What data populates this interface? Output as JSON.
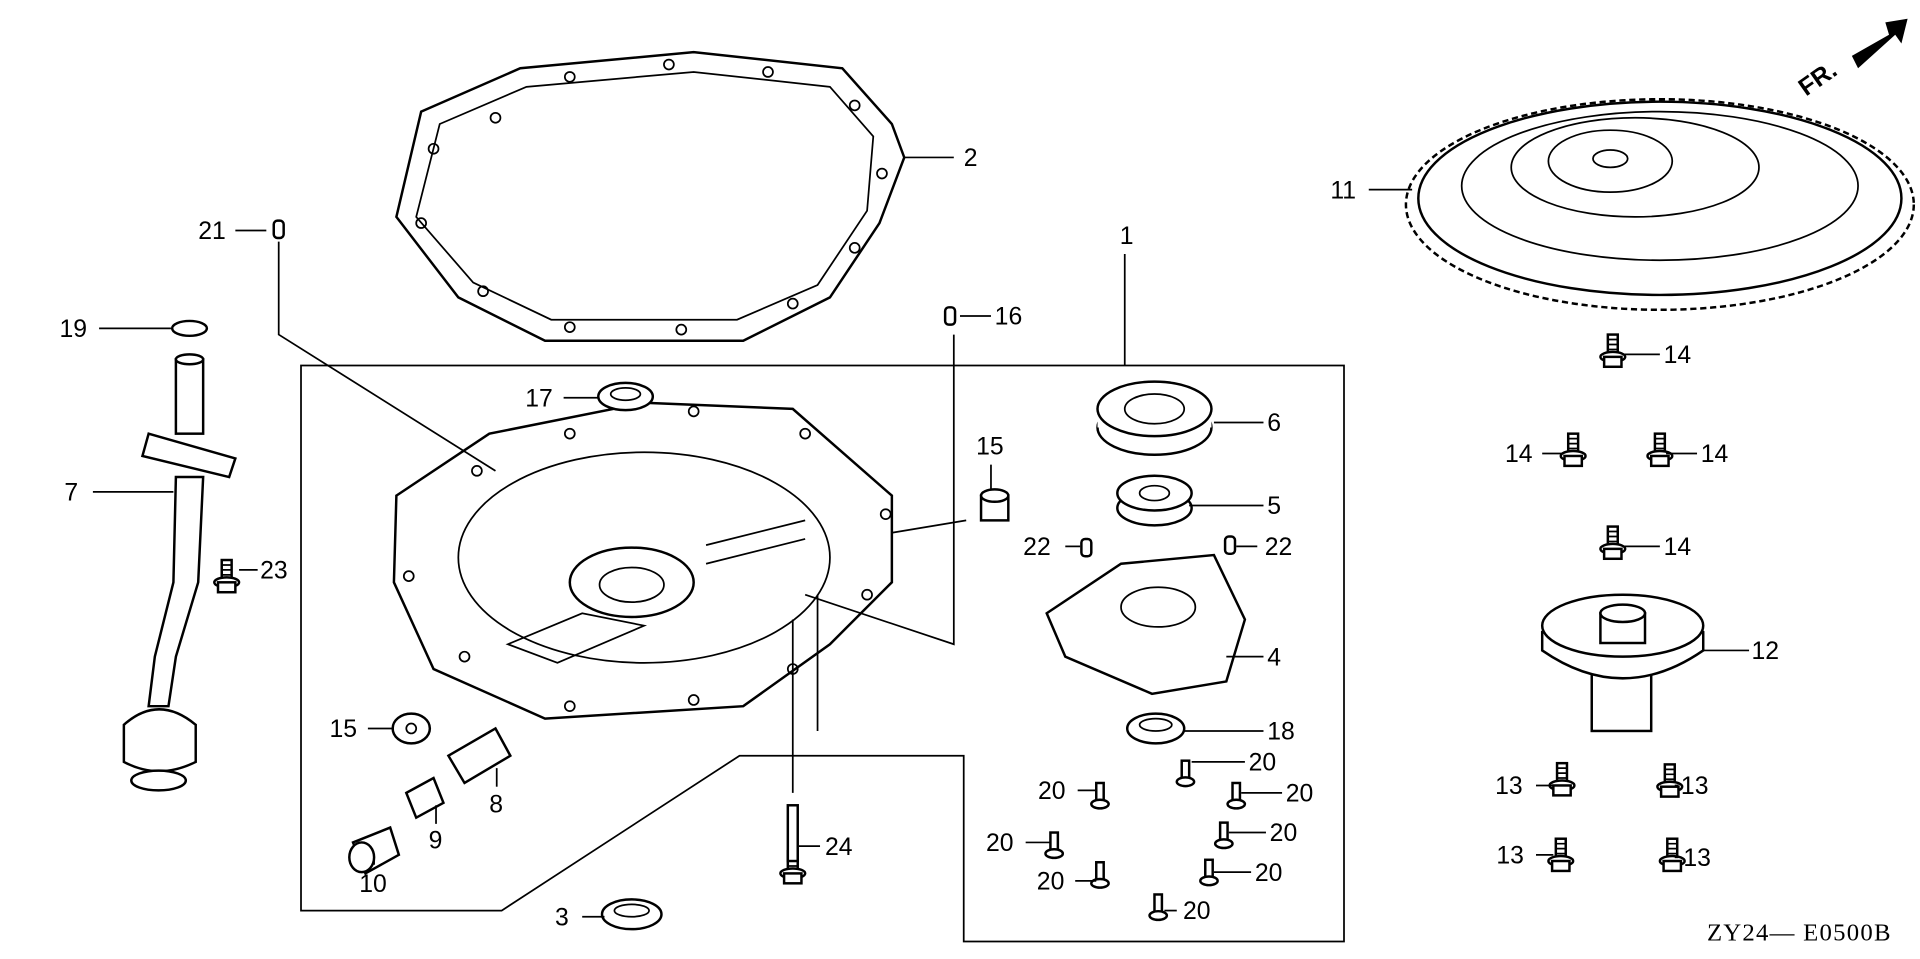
{
  "diagram": {
    "title_code": "ZY24— E0500B",
    "direction_label": "FR.",
    "callouts": {
      "c1": "1",
      "c2": "2",
      "c3": "3",
      "c4": "4",
      "c5": "5",
      "c6": "6",
      "c7": "7",
      "c8": "8",
      "c9": "9",
      "c10": "10",
      "c11": "11",
      "c12": "12",
      "c13a": "13",
      "c13b": "13",
      "c13c": "13",
      "c13d": "13",
      "c14a": "14",
      "c14b": "14",
      "c14c": "14",
      "c14d": "14",
      "c15a": "15",
      "c15b": "15",
      "c16": "16",
      "c17": "17",
      "c18": "18",
      "c19": "19",
      "c20a": "20",
      "c20b": "20",
      "c20c": "20",
      "c20d": "20",
      "c20e": "20",
      "c20f": "20",
      "c20g": "20",
      "c20h": "20",
      "c21": "21",
      "c22a": "22",
      "c22b": "22",
      "c23": "23",
      "c24": "24"
    }
  }
}
